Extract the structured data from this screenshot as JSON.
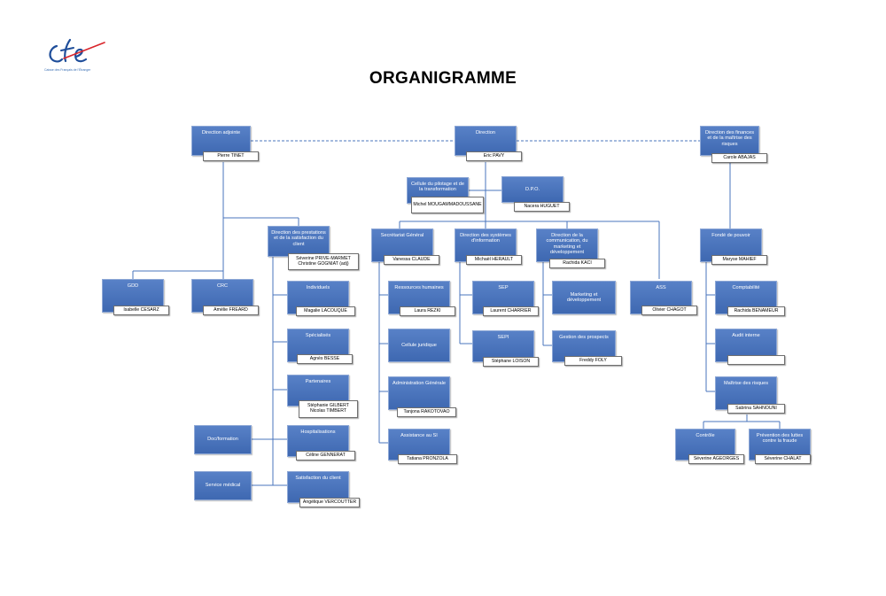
{
  "logo": {
    "caption": "Caisse des Français de l'Étranger"
  },
  "title": "ORGANIGRAMME",
  "nodes": {
    "direction_adjointe": {
      "label": "Direction adjointe",
      "name": "Pierre TINET"
    },
    "direction": {
      "label": "Direction",
      "name": "Eric PAVY"
    },
    "direction_finances": {
      "label": "Direction des finances et de la maîtrise des risques",
      "name": "Carole ABAJAS"
    },
    "cellule_pilotage": {
      "label": "Cellule du pilotage et de la transformation",
      "name": "Michel MOUGAMMADOUSSANE"
    },
    "dpo": {
      "label": "D.P.O.",
      "name": "Nacera HUGUET"
    },
    "direction_prestations": {
      "label": "Direction des prestations et de la satisfaction du client",
      "name1": "Séverine PRIVE-MARMET",
      "name2": "Christine GOGNIAT (adj)"
    },
    "secretariat_general": {
      "label": "Secrétariat Général",
      "name": "Vanessa CLAUDE"
    },
    "direction_si": {
      "label": "Direction des systèmes d'information",
      "name": "Michaël HERAULT"
    },
    "direction_communication": {
      "label": "Direction de la communication, du marketing et développement",
      "name": "Rachida KACI"
    },
    "fonde_pouvoir": {
      "label": "Fondé de pouvoir",
      "name": "Maryse MAHIEF"
    },
    "gdd": {
      "label": "GDD",
      "name": "Isabelle CESARZ"
    },
    "crc": {
      "label": "CRC",
      "name": "Amélie FREARD"
    },
    "individuels": {
      "label": "Individuels",
      "name": "Magalie LACOUQUE"
    },
    "ressources_humaines": {
      "label": "Ressources humaines",
      "name": "Laura REZKI"
    },
    "sep": {
      "label": "SEP",
      "name": "Laurent CHARRIER"
    },
    "marketing_dev": {
      "label": "Marketing et développement"
    },
    "ass": {
      "label": "ASS",
      "name": "Olivier CHAGOT"
    },
    "comptabilite": {
      "label": "Comptabilité",
      "name": "Rachida BENAMEUR"
    },
    "specialises": {
      "label": "Spécialisés",
      "name": "Agnès BESSE"
    },
    "cellule_juridique": {
      "label": "Cellule juridique"
    },
    "sepi": {
      "label": "SEPI",
      "name": "Stéphane LOISON"
    },
    "gestion_prospects": {
      "label": "Gestion des prospects",
      "name": "Freddy FOLY"
    },
    "audit_interne": {
      "label": "Audit interne",
      "name": ""
    },
    "partenaires": {
      "label": "Partenaires",
      "name1": "Stéphanie GILBERT",
      "name2": "Nicolas TIMBERT"
    },
    "administration_generale": {
      "label": "Administration Générale",
      "name": "Tanjona RAKOTOVAO"
    },
    "maitrise_risques": {
      "label": "Maîtrise des risques",
      "name": "Sabrina SAHNOUNI"
    },
    "doc_formation": {
      "label": "Doc/formation"
    },
    "hospitalisations": {
      "label": "Hospitalisations",
      "name": "Céline GENNERAT"
    },
    "assistance_si": {
      "label": "Assistance au SI",
      "name": "Tatiana PRONZOLA"
    },
    "controle": {
      "label": "Contrôle",
      "name": "Séverine AGEORGES"
    },
    "prevention_fraude": {
      "label": "Prévention des luttes contre la fraude",
      "name": "Séverine CHALAT"
    },
    "service_medical": {
      "label": "Service médical"
    },
    "satisfaction_client": {
      "label": "Satisfaction du client",
      "name": "Angélique VERCOUTTER"
    }
  },
  "colors": {
    "box": "#4a74bc",
    "line": "#4a74bc",
    "name_border": "#6f6f6f"
  }
}
